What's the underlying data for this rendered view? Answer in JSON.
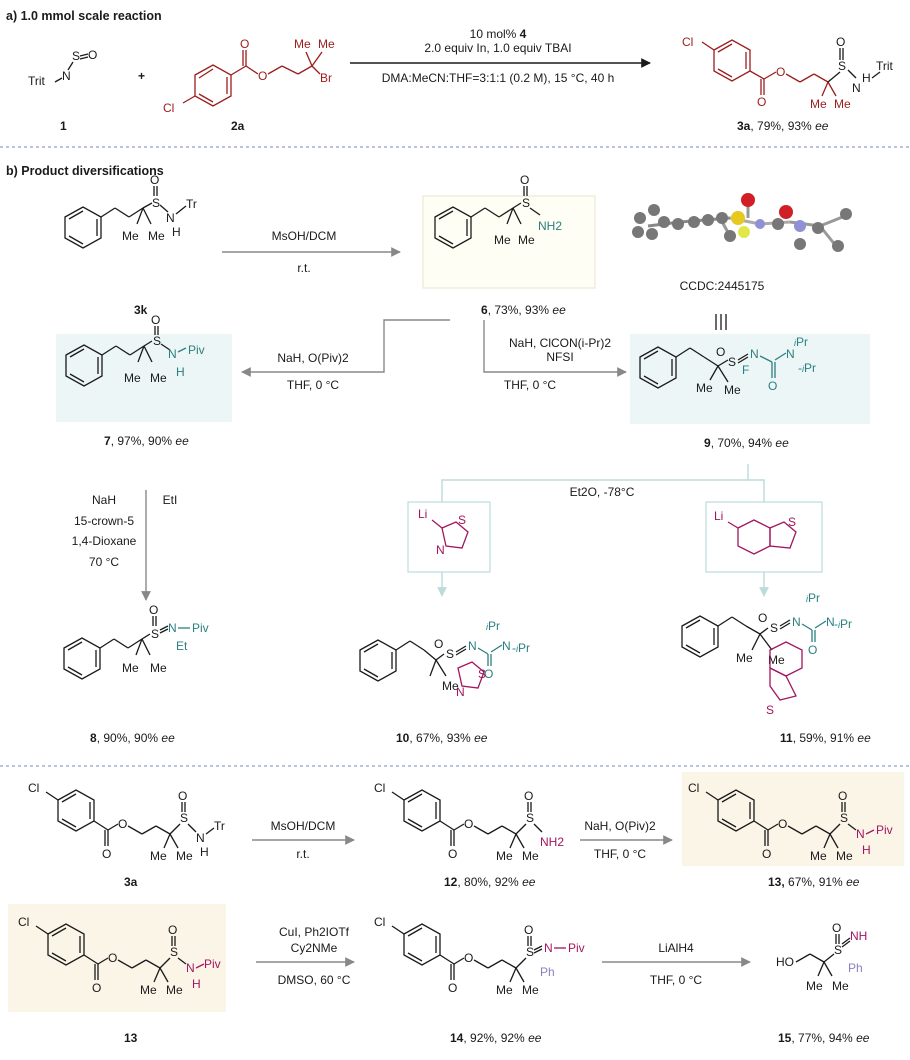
{
  "sections": {
    "a": "a) 1.0 mmol scale reaction",
    "b": "b) Product diversifications"
  },
  "scheme_a": {
    "cond1_pre": "10 mol% ",
    "cond1_cat": "4",
    "cond2": "2.0 equiv In, 1.0 equiv TBAI",
    "cond3": "DMA:MeCN:THF=3:1:1 (0.2 M), 15 °C, 40 h",
    "plus": "+",
    "label1": "1",
    "label2a": "2a",
    "label3a_num": "3a",
    "label3a_rest": ", 79%, 93% ",
    "ee": "ee"
  },
  "scheme_b": {
    "arrow1_top": "MsOH/DCM",
    "arrow1_bot": "r.t.",
    "label3k": "3k",
    "label6_num": "6",
    "label6_rest": ", 73%, 93% ",
    "ccdc": "CCDC:2445175",
    "cond9_1": "NaH, ClCON(i-Pr)2",
    "cond9_2": "NFSI",
    "cond9_3": "THF, 0 °C",
    "cond7_1": "NaH, O(Piv)2",
    "cond7_2": "THF, 0 °C",
    "label7_num": "7",
    "label7_rest": ", 97%, 90% ",
    "label9_num": "9",
    "label9_rest": ", 70%, 94% ",
    "cond8_1": "NaH",
    "cond8_2": "15-crown-5",
    "cond8_3": "1,4-Dioxane",
    "cond8_4": "70 °C",
    "cond8_etl": "EtI",
    "cond_ether": "Et2O, -78°C",
    "label8_num": "8",
    "label8_rest": ", 90%, 90% ",
    "label10_num": "10",
    "label10_rest": ", 67%, 93% ",
    "label11_num": "11",
    "label11_rest": ", 59%, 91% "
  },
  "scheme_c": {
    "arrow1_top": "MsOH/DCM",
    "arrow1_bot": "r.t.",
    "arrow2_top": "NaH, O(Piv)2",
    "arrow2_bot": "THF, 0 °C",
    "label3a": "3a",
    "label12_num": "12",
    "label12_rest": ", 80%, 92% ",
    "label13_num": "13,",
    "label13_rest": " 67%, 91% ",
    "arrow3_1": "CuI, Ph2IOTf",
    "arrow3_2": "Cy2NMe",
    "arrow3_3": "DMSO, 60 °C",
    "arrow4_top": "LiAlH4",
    "arrow4_bot": "THF, 0 °C",
    "label13b": "13",
    "label14_num": "14",
    "label14_rest": ", 92%, 92% ",
    "label15_num": "15",
    "label15_rest": ", 77%, 94% "
  },
  "atoms": {
    "trit": "Trit",
    "N": "N",
    "S": "S",
    "O": "O",
    "Cl": "Cl",
    "Me": "Me",
    "Br": "Br",
    "H": "H",
    "Tr": "Tr",
    "NH2": "NH2",
    "NH": "NH",
    "Piv": "Piv",
    "F": "F",
    "Et": "Et",
    "Li": "Li",
    "iPr": "iPr",
    "Ph": "Ph",
    "HO": "HO"
  },
  "colors": {
    "red": "#9b1c1c",
    "teal": "#2b7f80",
    "magenta": "#a3155f",
    "lavender": "#8a7fc0",
    "divider": "#7a86c8",
    "box_blue": "#ecf6f6",
    "box_yellow": "#fbf5e8"
  }
}
